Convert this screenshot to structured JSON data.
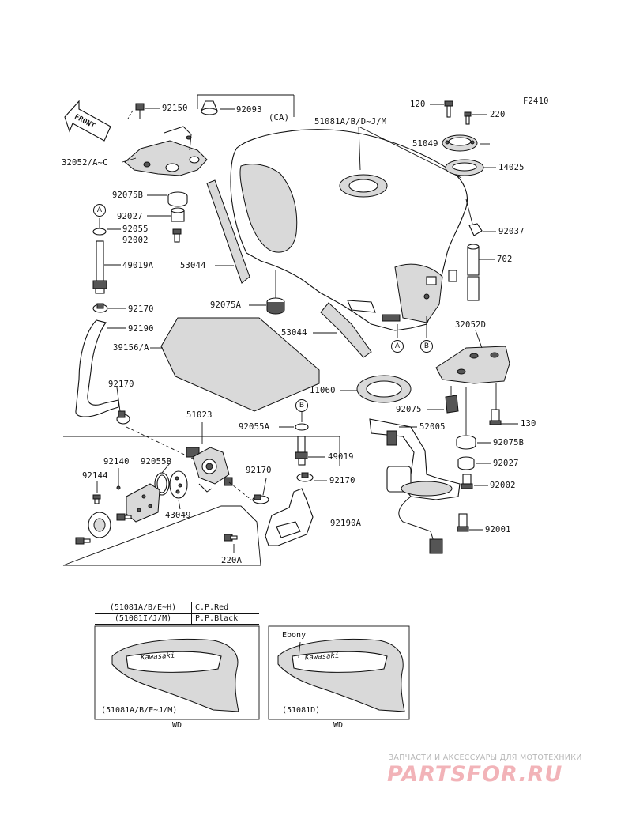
{
  "figure_code": "F2410",
  "front_label": "FRONT",
  "callouts": {
    "p92150": "92150",
    "p92093": "92093",
    "p92093_note": "(CA)",
    "p32052a": "32052/A~C",
    "p92075b_top": "92075B",
    "p92027_top": "92027",
    "p92055": "92055",
    "p92002_top": "92002",
    "p49019a": "49019A",
    "p53044_a": "53044",
    "p92075a": "92075A",
    "p92170_a": "92170",
    "p92190": "92190",
    "p39156a": "39156/A",
    "p53044_b": "53044",
    "p92170_b": "92170",
    "p51023": "51023",
    "p92140": "92140",
    "p92055b": "92055B",
    "p92144": "92144",
    "p43049": "43049",
    "p92170_c": "92170",
    "p220a": "220A",
    "p51081": "51081A/B/D~J/M",
    "p120": "120",
    "p220": "220",
    "p51049": "51049",
    "p14025": "14025",
    "p92037": "92037",
    "p702": "702",
    "p32052d": "32052D",
    "p11060": "11060",
    "p92075": "92075",
    "p130": "130",
    "p92055a": "92055A",
    "p52005": "52005",
    "p92075b_bot": "92075B",
    "p49019": "49019",
    "p92027_bot": "92027",
    "p92170_d": "92170",
    "p92002_bot": "92002",
    "p92190a": "92190A",
    "p92001": "92001"
  },
  "refs": {
    "a1": "A",
    "a2": "A",
    "b1": "B",
    "b2": "B"
  },
  "color_table": [
    {
      "code": "(51081A/B/E~H)",
      "color": "C.P.Red"
    },
    {
      "code": "(51081I/J/M)",
      "color": "P.P.Black"
    }
  ],
  "variants": {
    "left_caption": "(51081A/B/E~J/M)",
    "left_sub": "WD",
    "left_brand": "Kawasaki",
    "right_label": "Ebony",
    "right_caption": "(51081D)",
    "right_sub": "WD",
    "right_brand": "Kawasaki"
  },
  "watermark": {
    "subtitle": "ЗАПЧАСТИ И АКСЕССУАРЫ ДЛЯ МОТОТЕХНИКИ",
    "brand": "PARTSFOR.RU"
  }
}
